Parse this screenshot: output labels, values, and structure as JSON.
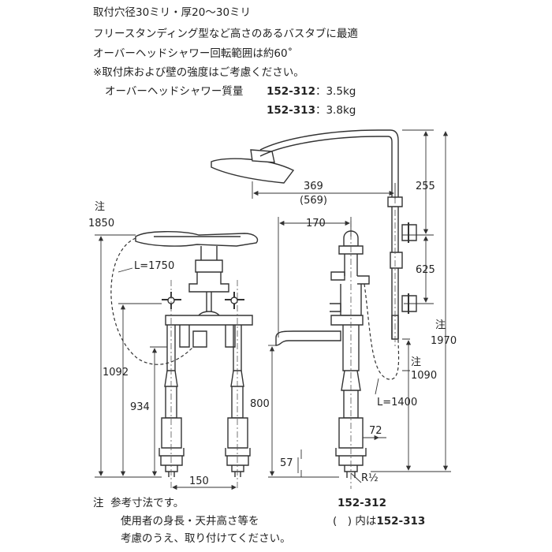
{
  "specs": {
    "line1": "取付穴径30ミリ・厚20～30ミリ",
    "line2": "フリースタンディング型など高さのあるバスタブに最適",
    "line3": "オーバーヘッドシャワー回転範囲は約60˚",
    "line4": "※取付床および壁の強度はご考慮ください。",
    "weight_label": "オーバーヘッドシャワー質量",
    "weight_a_model": "152-312",
    "weight_a_value": "：3.5kg",
    "weight_b_model": "152-313",
    "weight_b_value": "：3.8kg"
  },
  "dimensions": {
    "d369": "369",
    "d569": "(569)",
    "d255": "255",
    "d170": "170",
    "note_mark_left": "注",
    "d1850": "1850",
    "l1750": "L=1750",
    "d625": "625",
    "note_mark_right": "注",
    "d1970": "1970",
    "note_mark_mid": "注",
    "d1090": "1090",
    "d1092": "1092",
    "d934": "934",
    "d800": "800",
    "l1400": "L=1400",
    "d72": "72",
    "d57": "57",
    "d150": "150",
    "thread": "R½"
  },
  "footnotes": {
    "mark": "注",
    "line1": "参考寸法です。",
    "line2": "使用者の身長・天井高さ等を",
    "line3": "考慮のうえ、取り付けてください。",
    "model_a": "152-312",
    "model_b_prefix": "(　) 内は",
    "model_b": "152-313"
  }
}
